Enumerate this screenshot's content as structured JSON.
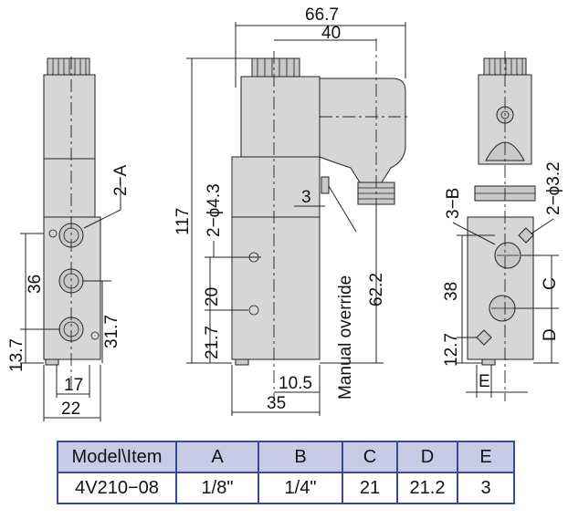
{
  "dimensions": {
    "overall_width": "66.7",
    "coil_offset": "40",
    "height": "117",
    "manual_override_offset": "3",
    "mount_hole_spec": "2−ϕ4.3",
    "manual_override_label": "Manual override",
    "port_height": "62.2",
    "left_hole_spacing": "20",
    "left_base_to_hole": "21.7",
    "base_offset": "10.5",
    "side_width": "35",
    "port_a_label": "2−A",
    "port_a_height": "36",
    "port_p_height": "31.7",
    "port_bottom": "13.7",
    "port_spacing": "17",
    "front_width": "22",
    "port_b_label": "3−B",
    "hole_spec_right": "2−ϕ3.2",
    "right_port_height": "38",
    "right_port_bottom": "12.7",
    "letter_c": "C",
    "letter_d": "D",
    "letter_e": "E"
  },
  "table": {
    "headers": [
      "Model\\Item",
      "A",
      "B",
      "C",
      "D",
      "E"
    ],
    "row": [
      "4V210−08",
      "1/8\"",
      "1/4\"",
      "21",
      "21.2",
      "3"
    ]
  }
}
